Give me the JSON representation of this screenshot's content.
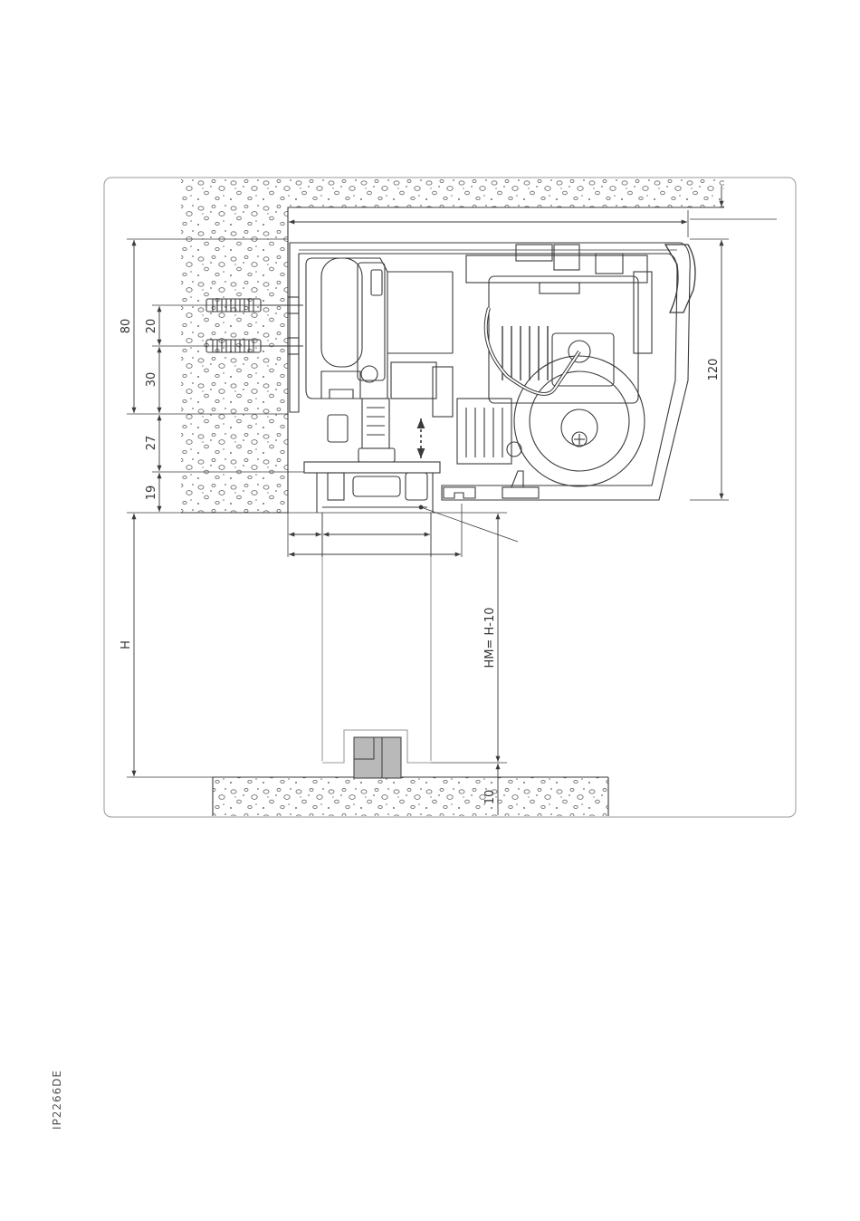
{
  "dimensions": {
    "d80": "80",
    "d20": "20",
    "d30": "30",
    "d27": "27",
    "d19": "19",
    "d120": "120",
    "dH": "H",
    "dHM": "HM= H-10",
    "d10": "10"
  },
  "doc_code": "IP2266DE",
  "colors": {
    "line": "#3a3a3a",
    "frame": "#9a9a9a",
    "concrete_dots": "#6d6d6d",
    "guide_fill": "#b9b9b9"
  }
}
